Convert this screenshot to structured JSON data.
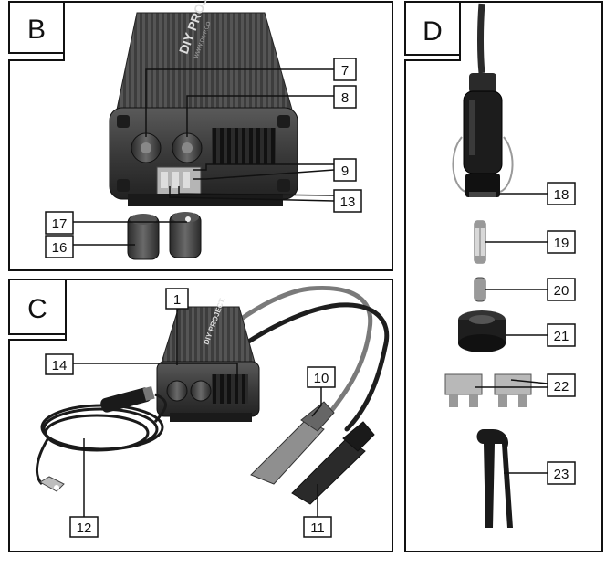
{
  "panels": [
    {
      "letter": "B"
    },
    {
      "letter": "C"
    },
    {
      "letter": "D"
    }
  ],
  "callouts": {
    "c1": "1",
    "c7": "7",
    "c8": "8",
    "c9": "9",
    "c10": "10",
    "c11": "11",
    "c12": "12",
    "c13": "13",
    "c14": "14",
    "c16": "16",
    "c17": "17",
    "c18": "18",
    "c19": "19",
    "c20": "20",
    "c21": "21",
    "c22": "22",
    "c23": "23"
  },
  "device": {
    "brand_text": "DIY PROJECT.",
    "model_text": "WWW.DIYP.CO"
  }
}
